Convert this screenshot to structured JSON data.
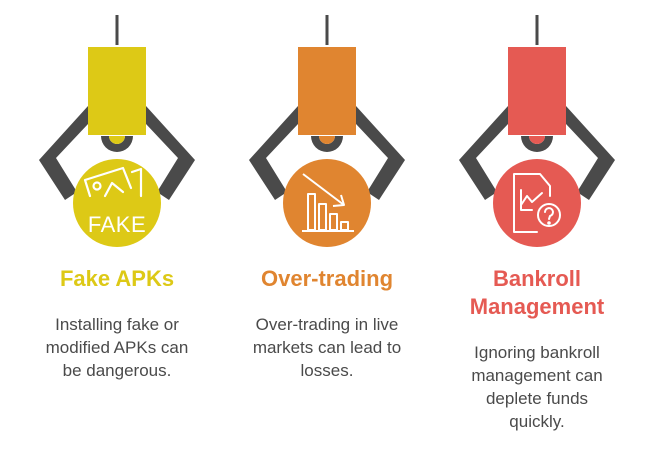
{
  "colors": {
    "arm": "#4a4a4a",
    "text": "#4a4a4a",
    "yellow": "#ddc916",
    "orange": "#e08530",
    "red": "#e55a53"
  },
  "items": [
    {
      "title": "Fake APKs",
      "description_lines": [
        "Installing fake or",
        "modified APKs can",
        "be dangerous."
      ],
      "icon": "fake-image-icon",
      "icon_text": "FAKE",
      "color": "#ddc916"
    },
    {
      "title": "Over-trading",
      "description_lines": [
        "Over-trading in live",
        "markets can lead to",
        "losses."
      ],
      "icon": "declining-bar-chart-icon",
      "color": "#e08530"
    },
    {
      "title_lines": [
        "Bankroll",
        "Management"
      ],
      "description_lines": [
        "Ignoring bankroll",
        "management can",
        "deplete funds",
        "quickly."
      ],
      "icon": "report-question-icon",
      "color": "#e55a53"
    }
  ]
}
